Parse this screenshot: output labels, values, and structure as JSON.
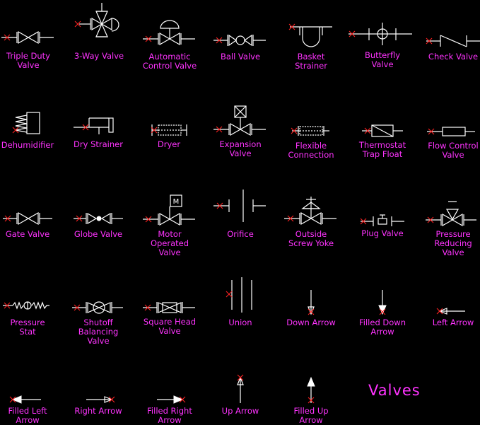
{
  "title": "Valves",
  "symbols": [
    {
      "id": "triple-duty-valve",
      "label": "Triple Duty\nValve"
    },
    {
      "id": "3-way-valve",
      "label": "3-Way Valve"
    },
    {
      "id": "automatic-control-valve",
      "label": "Automatic\nControl Valve"
    },
    {
      "id": "ball-valve",
      "label": "Ball Valve"
    },
    {
      "id": "basket-strainer",
      "label": "Basket\nStrainer"
    },
    {
      "id": "butterfly-valve",
      "label": "Butterfly\nValve"
    },
    {
      "id": "check-valve",
      "label": "Check Valve"
    },
    {
      "id": "dehumidifier",
      "label": "Dehumidifier"
    },
    {
      "id": "dry-strainer",
      "label": "Dry Strainer"
    },
    {
      "id": "dryer",
      "label": "Dryer"
    },
    {
      "id": "expansion-valve",
      "label": "Expansion\nValve"
    },
    {
      "id": "flexible-connection",
      "label": "Flexible\nConnection"
    },
    {
      "id": "thermostat-trap-float",
      "label": "Thermostat\nTrap Float"
    },
    {
      "id": "flow-control-valve",
      "label": "Flow Control\nValve"
    },
    {
      "id": "gate-valve",
      "label": "Gate Valve"
    },
    {
      "id": "globe-valve",
      "label": "Globe Valve"
    },
    {
      "id": "motor-operated-valve",
      "label": "Motor\nOperated\nValve",
      "mark": "M"
    },
    {
      "id": "orifice",
      "label": "Orifice"
    },
    {
      "id": "outside-screw-yoke",
      "label": "Outside\nScrew Yoke"
    },
    {
      "id": "plug-valve",
      "label": "Plug Valve"
    },
    {
      "id": "pressure-reducing-valve",
      "label": "Pressure\nReducing\nValve"
    },
    {
      "id": "pressure-stat",
      "label": "Pressure\nStat"
    },
    {
      "id": "shutoff-balancing-valve",
      "label": "Shutoff\nBalancing\nValve"
    },
    {
      "id": "square-head-valve",
      "label": "Square Head\nValve"
    },
    {
      "id": "union",
      "label": "Union"
    },
    {
      "id": "down-arrow",
      "label": "Down Arrow"
    },
    {
      "id": "filled-down-arrow",
      "label": "Filled Down\nArrow"
    },
    {
      "id": "left-arrow",
      "label": "Left Arrow"
    },
    {
      "id": "filled-left-arrow",
      "label": "Filled Left\nArrow"
    },
    {
      "id": "right-arrow",
      "label": "Right Arrow"
    },
    {
      "id": "filled-right-arrow",
      "label": "Filled Right\nArrow"
    },
    {
      "id": "up-arrow",
      "label": "Up Arrow"
    },
    {
      "id": "filled-up-arrow",
      "label": "Filled Up\nArrow"
    }
  ]
}
